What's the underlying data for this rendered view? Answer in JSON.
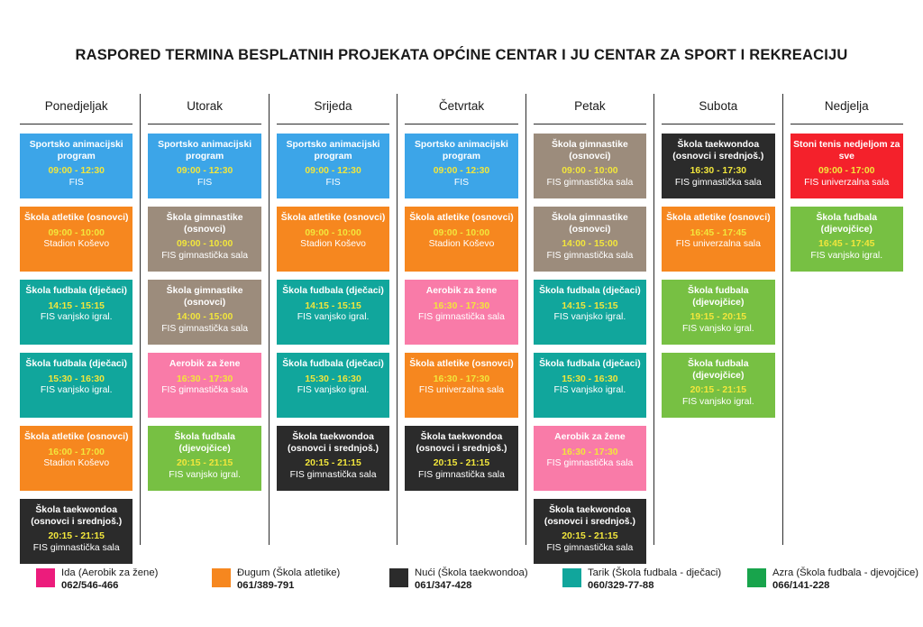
{
  "title": "RASPORED TERMINA BESPLATNIH PROJEKATA OPĆINE CENTAR I JU CENTAR ZA SPORT I REKREACIJU",
  "colors": {
    "blue": "#3CA5E8",
    "orange": "#F6871F",
    "teal": "#11A69C",
    "taupe": "#9C8C7C",
    "pink": "#F97BA8",
    "green_light": "#77C043",
    "green_dark": "#18A44C",
    "black": "#2B2B2B",
    "red": "#F4212B",
    "magenta": "#EC1C7C",
    "time_text": "#F2E63C"
  },
  "columns": [
    {
      "day": "Ponedjeljak",
      "events": [
        {
          "name": "Sportsko animacijski program",
          "time": "09:00 - 12:30",
          "location": "FIS",
          "color": "blue"
        },
        {
          "name": "Škola atletike (osnovci)",
          "time": "09:00 - 10:00",
          "location": "Stadion Koševo",
          "color": "orange"
        },
        {
          "name": "Škola fudbala (dječaci)",
          "time": "14:15 - 15:15",
          "location": "FIS vanjsko igral.",
          "color": "teal"
        },
        {
          "name": "Škola fudbala (dječaci)",
          "time": "15:30 - 16:30",
          "location": "FIS vanjsko igral.",
          "color": "teal"
        },
        {
          "name": "Škola atletike (osnovci)",
          "time": "16:00 - 17:00",
          "location": "Stadion Koševo",
          "color": "orange"
        },
        {
          "name": "Škola taekwondoa (osnovci i srednjoš.)",
          "time": "20:15 - 21:15",
          "location": "FIS gimnastička sala",
          "color": "black"
        }
      ]
    },
    {
      "day": "Utorak",
      "events": [
        {
          "name": "Sportsko animacijski program",
          "time": "09:00 - 12:30",
          "location": "FIS",
          "color": "blue"
        },
        {
          "name": "Škola gimnastike (osnovci)",
          "time": "09:00 - 10:00",
          "location": "FIS gimnastička sala",
          "color": "taupe"
        },
        {
          "name": "Škola gimnastike (osnovci)",
          "time": "14:00 - 15:00",
          "location": "FIS gimnastička sala",
          "color": "taupe"
        },
        {
          "name": "Aerobik za žene",
          "time": "16:30 - 17:30",
          "location": "FIS gimnastička sala",
          "color": "pink"
        },
        {
          "name": "Škola fudbala (djevojčice)",
          "time": "20:15 - 21:15",
          "location": "FIS vanjsko igral.",
          "color": "green_light"
        }
      ]
    },
    {
      "day": "Srijeda",
      "events": [
        {
          "name": "Sportsko animacijski program",
          "time": "09:00 - 12:30",
          "location": "FIS",
          "color": "blue"
        },
        {
          "name": "Škola atletike (osnovci)",
          "time": "09:00 - 10:00",
          "location": "Stadion Koševo",
          "color": "orange"
        },
        {
          "name": "Škola fudbala (dječaci)",
          "time": "14:15 - 15:15",
          "location": "FIS vanjsko igral.",
          "color": "teal"
        },
        {
          "name": "Škola fudbala (dječaci)",
          "time": "15:30 - 16:30",
          "location": "FIS vanjsko igral.",
          "color": "teal"
        },
        {
          "name": "Škola taekwondoa (osnovci i srednjoš.)",
          "time": "20:15 - 21:15",
          "location": "FIS gimnastička sala",
          "color": "black"
        }
      ]
    },
    {
      "day": "Četvrtak",
      "events": [
        {
          "name": "Sportsko animacijski program",
          "time": "09:00 - 12:30",
          "location": "FIS",
          "color": "blue"
        },
        {
          "name": "Škola atletike (osnovci)",
          "time": "09:00 - 10:00",
          "location": "Stadion Koševo",
          "color": "orange"
        },
        {
          "name": "Aerobik za žene",
          "time": "16:30 - 17:30",
          "location": "FIS gimnastička sala",
          "color": "pink"
        },
        {
          "name": "Škola atletike (osnovci)",
          "time": "16:30 - 17:30",
          "location": "FIS univerzalna sala",
          "color": "orange"
        },
        {
          "name": "Škola taekwondoa (osnovci i srednjoš.)",
          "time": "20:15 - 21:15",
          "location": "FIS gimnastička sala",
          "color": "black"
        }
      ]
    },
    {
      "day": "Petak",
      "events": [
        {
          "name": "Škola gimnastike (osnovci)",
          "time": "09:00 - 10:00",
          "location": "FIS gimnastička sala",
          "color": "taupe"
        },
        {
          "name": "Škola gimnastike (osnovci)",
          "time": "14:00 - 15:00",
          "location": "FIS gimnastička sala",
          "color": "taupe"
        },
        {
          "name": "Škola fudbala (dječaci)",
          "time": "14:15 - 15:15",
          "location": "FIS vanjsko igral.",
          "color": "teal"
        },
        {
          "name": "Škola fudbala (dječaci)",
          "time": "15:30 - 16:30",
          "location": "FIS vanjsko igral.",
          "color": "teal"
        },
        {
          "name": "Aerobik za žene",
          "time": "16:30 - 17:30",
          "location": "FIS gimnastička sala",
          "color": "pink"
        },
        {
          "name": "Škola taekwondoa (osnovci i srednjoš.)",
          "time": "20:15 - 21:15",
          "location": "FIS gimnastička sala",
          "color": "black"
        }
      ]
    },
    {
      "day": "Subota",
      "events": [
        {
          "name": "Škola taekwondoa (osnovci i srednjoš.)",
          "time": "16:30 - 17:30",
          "location": "FIS gimnastička sala",
          "color": "black"
        },
        {
          "name": "Škola atletike (osnovci)",
          "time": "16:45 - 17:45",
          "location": "FIS univerzalna sala",
          "color": "orange"
        },
        {
          "name": "Škola fudbala (djevojčice)",
          "time": "19:15 - 20:15",
          "location": "FIS vanjsko igral.",
          "color": "green_light"
        },
        {
          "name": "Škola fudbala (djevojčice)",
          "time": "20:15 - 21:15",
          "location": "FIS vanjsko igral.",
          "color": "green_light"
        }
      ]
    },
    {
      "day": "Nedjelja",
      "events": [
        {
          "name": "Stoni tenis nedjeljom za sve",
          "time": "09:00 - 17:00",
          "location": "FIS univerzalna sala",
          "color": "red"
        },
        {
          "name": "Škola fudbala (djevojčice)",
          "time": "16:45 - 17:45",
          "location": "FIS vanjsko igral.",
          "color": "green_light"
        }
      ]
    }
  ],
  "legend": [
    {
      "name": "Ida (Aerobik za žene)",
      "phone": "062/546-466",
      "color": "magenta"
    },
    {
      "name": "Đugum (Škola atletike)",
      "phone": "061/389-791",
      "color": "orange"
    },
    {
      "name": "Nući (Škola taekwondoa)",
      "phone": "061/347-428",
      "color": "black"
    },
    {
      "name": "Tarik (Škola fudbala - dječaci)",
      "phone": "060/329-77-88",
      "color": "teal"
    },
    {
      "name": "Azra (Škola fudbala - djevojčice)",
      "phone": "066/141-228",
      "color": "green_dark"
    }
  ]
}
